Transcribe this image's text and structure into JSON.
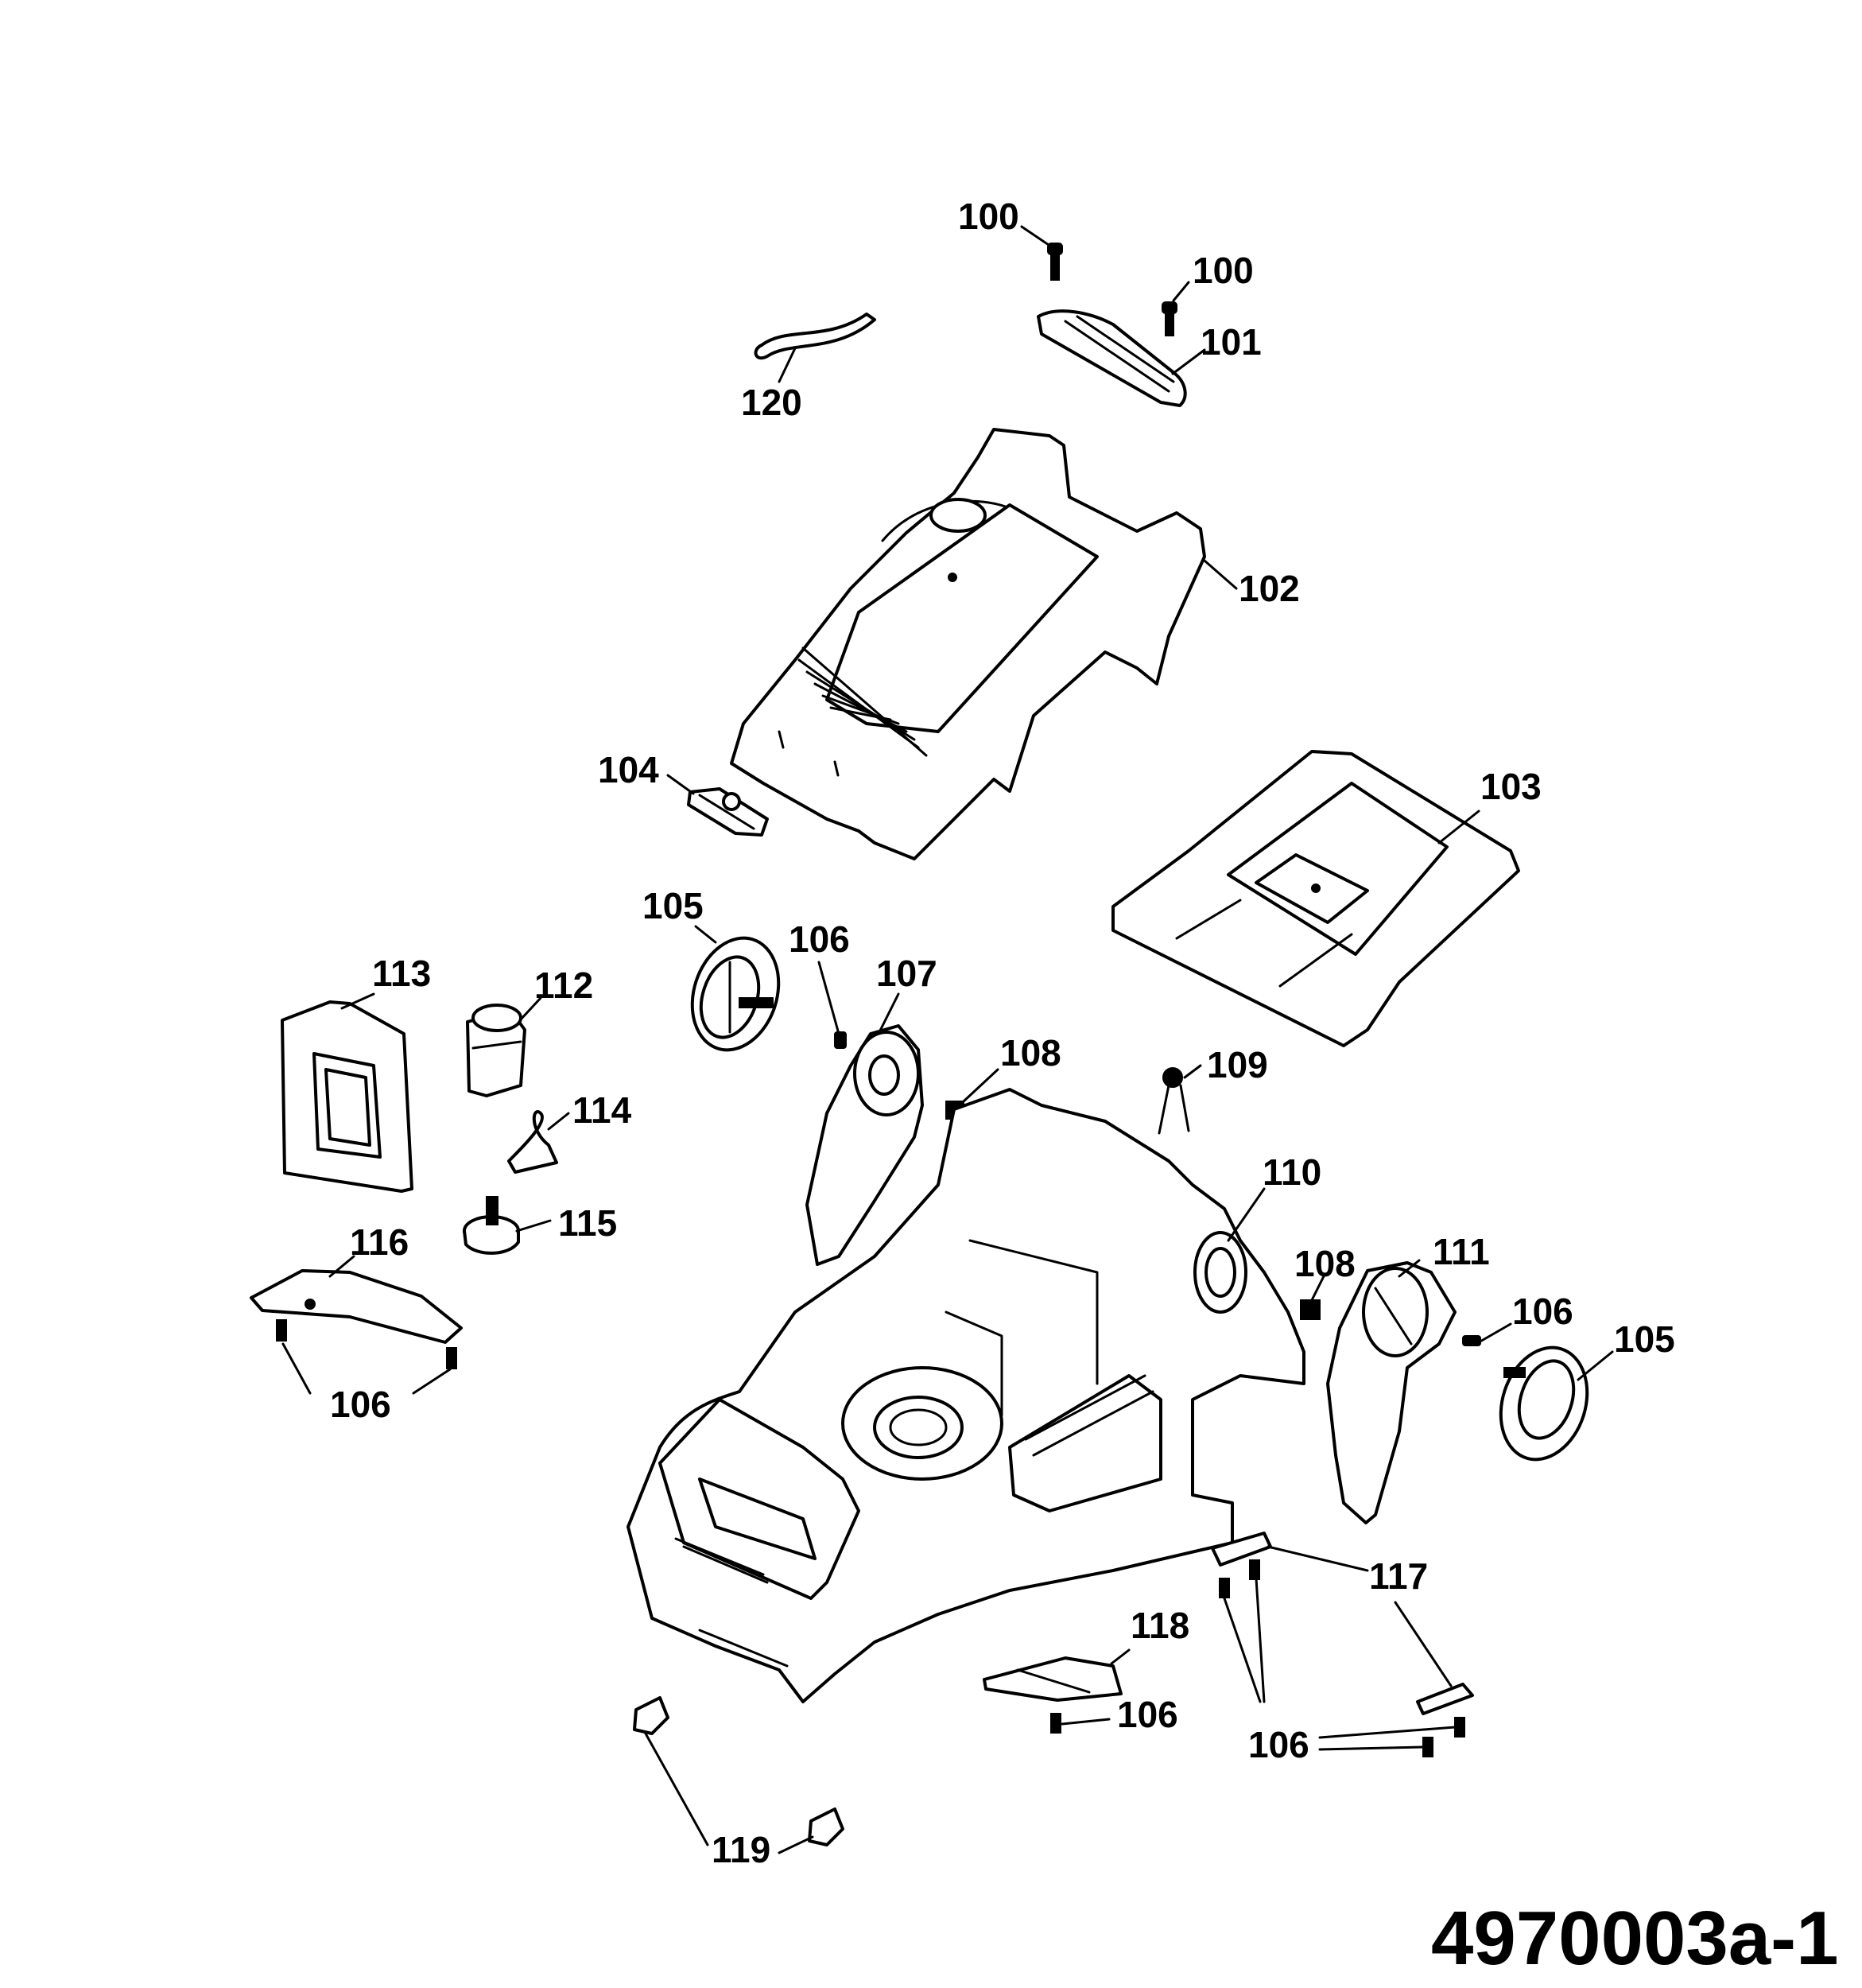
{
  "drawing_number": "4970003a-1",
  "callouts": [
    "100",
    "100",
    "101",
    "120",
    "102",
    "104",
    "103",
    "105",
    "106",
    "107",
    "113",
    "112",
    "108",
    "109",
    "114",
    "110",
    "115",
    "116",
    "108",
    "111",
    "106",
    "105",
    "106",
    "117",
    "118",
    "106",
    "106",
    "119"
  ]
}
